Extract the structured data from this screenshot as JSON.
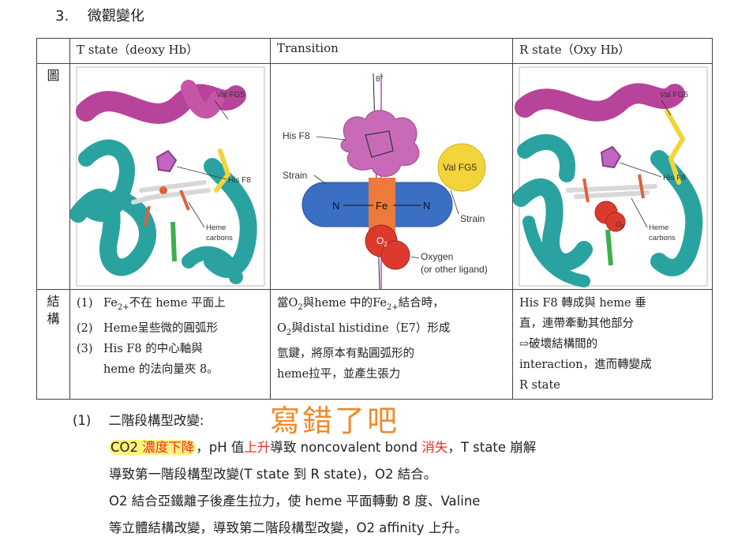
{
  "heading": {
    "number": "3.",
    "title": "微觀變化"
  },
  "table": {
    "headers": [
      "T state（deoxy Hb）",
      "Transition",
      "R state（Oxy Hb）"
    ],
    "row_labels": {
      "figure": "圖",
      "structure_1": "結",
      "structure_2": "構"
    },
    "figure_labels": {
      "t_state": {
        "val": "Val FG5",
        "his": "His F8",
        "heme": "Heme",
        "carbons": "carbons"
      },
      "transition": {
        "angle": "8°",
        "his": "His F8",
        "strain_left": "Strain",
        "val": "Val FG5",
        "strain_right": "Strain",
        "n_left": "N",
        "fe": "Fe",
        "n_right": "N",
        "o2": "O",
        "o2_sub": "2",
        "oxygen": "Oxygen",
        "ligand": "(or other ligand)"
      },
      "r_state": {
        "val": "Val FG5",
        "his": "His F8",
        "o2": "O",
        "o2_sub": "2",
        "heme": "Heme",
        "carbons": "carbons"
      }
    },
    "t_state_items": [
      {
        "num": "(1)",
        "pre": "Fe",
        "sub": "2+",
        "post": "不在 heme 平面上"
      },
      {
        "num": "(2)",
        "text": "Heme呈些微的圓弧形"
      },
      {
        "num": "(3)",
        "text": "His F8 的中心軸與"
      },
      {
        "num": "",
        "text": "heme 的法向量夾 8。"
      }
    ],
    "transition_text": {
      "l1_a": "當O",
      "l1_sub1": "2",
      "l1_b": "與heme 中的Fe",
      "l1_sub2": "2+",
      "l1_c": "結合時，",
      "l2_a": "O",
      "l2_sub": "2",
      "l2_b": "與distal histidine（E7）形成",
      "l3": "氫鍵，將原本有點圓弧形的",
      "l4": "heme拉平，並產生張力"
    },
    "r_state_lines": [
      "His F8 轉成與 heme 垂",
      "直，連帶牽動其他部分",
      "⇨破壞結構間的",
      "interaction，進而轉變成",
      "R state"
    ]
  },
  "section": {
    "num": "(1)",
    "title": "二階段構型改變:",
    "handwritten_note": "寫錯了吧",
    "line1": {
      "a": "CO2 ",
      "b": "濃度下降",
      "c": "，pH 值",
      "d": "上升",
      "e": "導致 noncovalent bond ",
      "f": "消失",
      "g": "，T state 崩解"
    },
    "line2": "導致第一階段構型改變(T state 到 R state)，O2 結合。",
    "line3": "O2 結合亞鐵離子後產生拉力，使 heme 平面轉動 8 度、Valine",
    "line4": "等立體結構改變，導致第二階段構型改變，O2 affinity 上升。"
  },
  "colors": {
    "helix": "#b8439a",
    "teal": "#2aa3a0",
    "yellow": "#f2d43a",
    "red": "#e8302a",
    "blue": "#3a6fc4",
    "note": "#f08a2a"
  }
}
